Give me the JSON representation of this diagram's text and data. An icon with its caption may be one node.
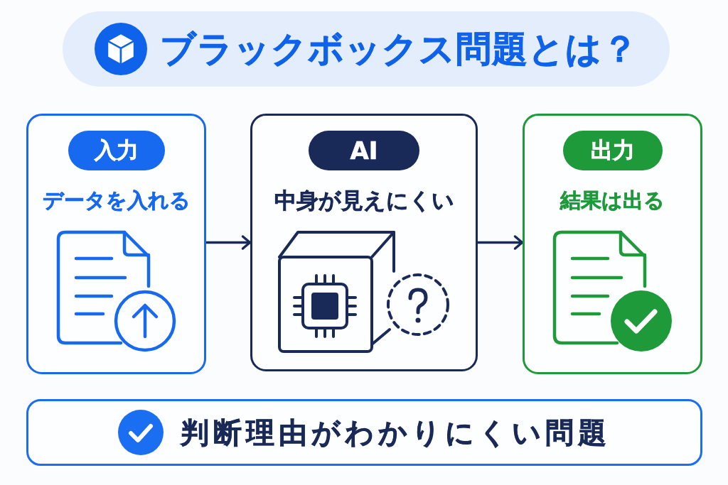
{
  "diagram": {
    "title": "ブラックボックス問題とは？",
    "nodes": [
      {
        "text": [
          "データを入れる"
        ]
      },
      {
        "text": [
          "入力"
        ],
        "in": 0
      },
      {
        "text": [
          "中身が見えにくい"
        ]
      },
      {
        "text": [
          "AI"
        ],
        "in": 2
      },
      {
        "text": [
          "結果は出る"
        ]
      },
      {
        "text": [
          "出力"
        ],
        "in": 4
      },
      {
        "text": [
          "判断理由がわかりにくい問題"
        ]
      }
    ],
    "edges": [
      {
        "from": 0,
        "to": 2,
        "arrow": "to"
      },
      {
        "from": 2,
        "to": 4,
        "arrow": "to"
      }
    ]
  }
}
